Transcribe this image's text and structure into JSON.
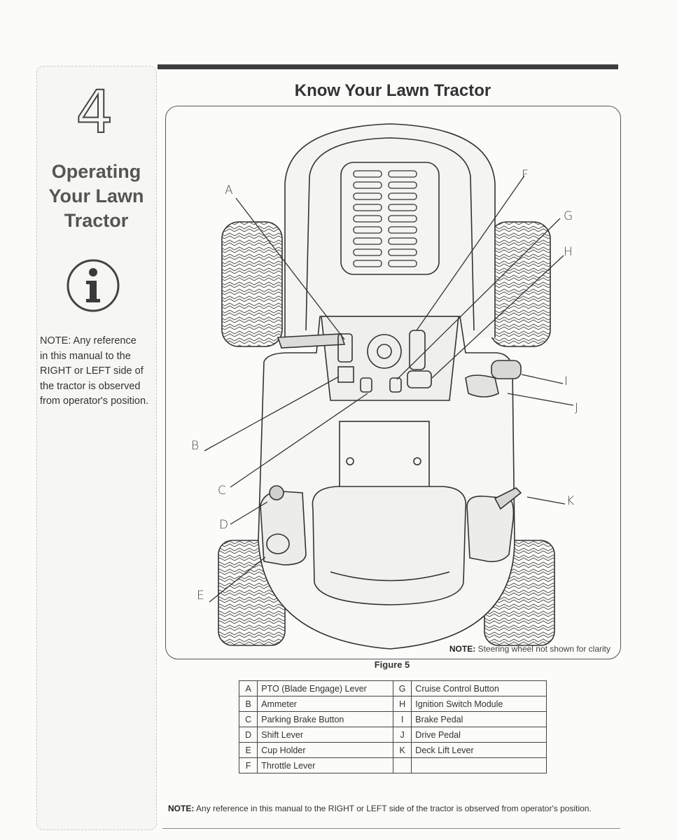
{
  "sidebar": {
    "chapter_number": "4",
    "chapter_title": [
      "Operating",
      "Your Lawn",
      "Tractor"
    ],
    "note_lines": [
      "NOTE: Any reference",
      "in this manual to the",
      "RIGHT or LEFT side of",
      "the tractor is observed",
      "from operator's position."
    ]
  },
  "section_title": "Know Your Lawn Tractor",
  "figure": {
    "callouts": [
      "A",
      "B",
      "C",
      "D",
      "E",
      "F",
      "G",
      "H",
      "I",
      "J",
      "K"
    ],
    "clarity_note_label": "NOTE:",
    "clarity_note_text": " Steering wheel not shown for clarity",
    "caption": "Figure 5"
  },
  "parts_table": [
    {
      "left_key": "A",
      "left_desc": "PTO (Blade Engage) Lever",
      "right_key": "G",
      "right_desc": "Cruise Control Button"
    },
    {
      "left_key": "B",
      "left_desc": "Ammeter",
      "right_key": "H",
      "right_desc": "Ignition Switch Module"
    },
    {
      "left_key": "C",
      "left_desc": "Parking Brake Button",
      "right_key": "I",
      "right_desc": "Brake Pedal"
    },
    {
      "left_key": "D",
      "left_desc": "Shift Lever",
      "right_key": "J",
      "right_desc": "Drive Pedal"
    },
    {
      "left_key": "E",
      "left_desc": "Cup Holder",
      "right_key": "K",
      "right_desc": "Deck Lift Lever"
    },
    {
      "left_key": "F",
      "left_desc": "Throttle Lever",
      "right_key": "",
      "right_desc": ""
    }
  ],
  "bottom_note_label": "NOTE:",
  "bottom_note_text": " Any reference in this manual to the RIGHT or LEFT side of the tractor is observed from operator's position."
}
